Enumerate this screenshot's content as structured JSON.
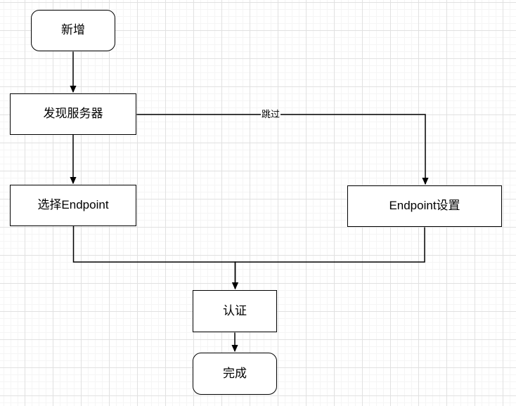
{
  "diagram": {
    "type": "flowchart",
    "nodes": {
      "add": {
        "label": "新增",
        "shape": "rounded-rectangle"
      },
      "discover": {
        "label": "发现服务器",
        "shape": "rectangle"
      },
      "select_endpoint": {
        "label": "选择Endpoint",
        "shape": "rectangle"
      },
      "endpoint_settings": {
        "label": "Endpoint设置",
        "shape": "rectangle"
      },
      "authenticate": {
        "label": "认证",
        "shape": "rectangle"
      },
      "done": {
        "label": "完成",
        "shape": "rounded-rectangle"
      }
    },
    "edges": [
      {
        "from": "add",
        "to": "discover",
        "label": ""
      },
      {
        "from": "discover",
        "to": "select_endpoint",
        "label": ""
      },
      {
        "from": "discover",
        "to": "endpoint_settings",
        "label": "跳过"
      },
      {
        "from": "select_endpoint",
        "to": "authenticate",
        "label": ""
      },
      {
        "from": "endpoint_settings",
        "to": "authenticate",
        "label": ""
      },
      {
        "from": "authenticate",
        "to": "done",
        "label": ""
      }
    ],
    "colors": {
      "canvas_bg": "#ffffff",
      "node_fill": "#ffffff",
      "node_stroke": "#000000",
      "edge_stroke": "#000000",
      "label_text": "#000000",
      "grid_major": "#e1e1e1",
      "grid_minor": "#f5f5f5"
    }
  }
}
